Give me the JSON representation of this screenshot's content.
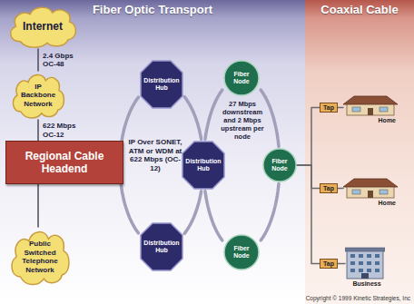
{
  "diagram": {
    "nodes": [
      {
        "text": [
          "Internet"
        ]
      },
      {
        "text": [
          "IP Backbone Network"
        ]
      },
      {
        "text": [
          "Regional Cable Headend"
        ]
      },
      {
        "text": [
          "Public Switched Telephone Network"
        ]
      },
      {
        "text": [
          "Distribution Hub"
        ]
      },
      {
        "text": [
          "Distribution Hub"
        ]
      },
      {
        "text": [
          "Distribution Hub"
        ]
      },
      {
        "text": [
          "Fiber Node"
        ]
      },
      {
        "text": [
          "Fiber Node"
        ]
      },
      {
        "text": [
          "Fiber Node"
        ]
      },
      {
        "text": [
          "Tap"
        ]
      },
      {
        "text": [
          "Tap"
        ]
      },
      {
        "text": [
          "Tap"
        ]
      },
      {
        "text": [
          "Home"
        ]
      },
      {
        "text": [
          "Home"
        ]
      },
      {
        "text": [
          "Business"
        ]
      }
    ],
    "edges": [
      {
        "from": 0,
        "to": 1,
        "label": "2.4 Gbps OC-48",
        "arrow": "none"
      },
      {
        "from": 1,
        "to": 2,
        "label": "622 Mbps OC-12",
        "arrow": "none"
      },
      {
        "from": 2,
        "to": 3,
        "arrow": "none"
      },
      {
        "from": 4,
        "to": 5,
        "arrow": "none"
      },
      {
        "from": 5,
        "to": 6,
        "arrow": "none"
      },
      {
        "from": 6,
        "to": 4,
        "arrow": "none"
      },
      {
        "from": 5,
        "to": 7,
        "arrow": "none"
      },
      {
        "from": 7,
        "to": 8,
        "arrow": "none"
      },
      {
        "from": 8,
        "to": 9,
        "arrow": "none"
      },
      {
        "from": 9,
        "to": 5,
        "arrow": "none"
      },
      {
        "from": 8,
        "to": 10,
        "arrow": "none"
      },
      {
        "from": 8,
        "to": 11,
        "arrow": "none"
      },
      {
        "from": 8,
        "to": 12,
        "arrow": "none"
      },
      {
        "from": 10,
        "to": 13,
        "arrow": "none"
      },
      {
        "from": 11,
        "to": 14,
        "arrow": "none"
      },
      {
        "from": 12,
        "to": 15,
        "arrow": "none"
      }
    ],
    "labels": [
      "Fiber Optic Transport",
      "Coaxial Cable",
      "IP Over SONET, ATM or WDM at 622 Mbps (OC-12)",
      "27 Mbps downstream and 2 Mbps upstream per node",
      "Copyright © 1999 Kinetic Strategies, Inc"
    ]
  }
}
